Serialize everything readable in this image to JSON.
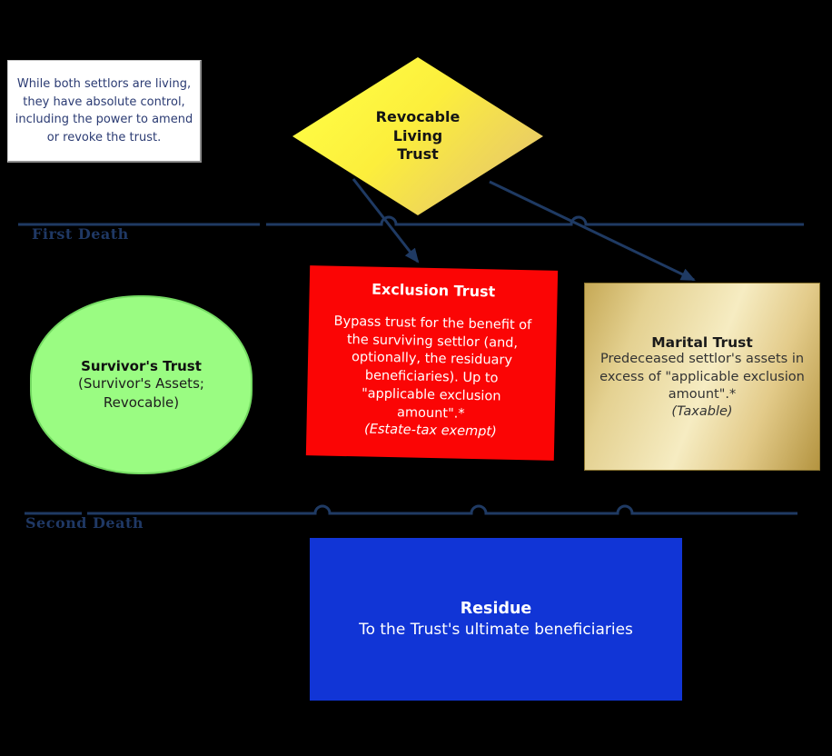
{
  "note": {
    "text": "While both settlors are living,\nthey have absolute control,\nincluding the power to amend\nor revoke the trust."
  },
  "diamond": {
    "label": "Revocable\nLiving\nTrust"
  },
  "timeline_first": {
    "label": "First Death"
  },
  "timeline_second": {
    "label": "Second Death"
  },
  "survivor": {
    "title": "Survivor's Trust",
    "body": "(Survivor's Assets;\nRevocable)"
  },
  "exclusion": {
    "title": "Exclusion Trust",
    "body": "Bypass trust for the benefit of\nthe surviving settlor (and,\noptionally, the residuary\nbeneficiaries).  Up to\n\"applicable exclusion\namount\".*",
    "foot": "(Estate-tax exempt)"
  },
  "marital": {
    "title": "Marital Trust",
    "body": "Predeceased settlor's assets in\nexcess of \"applicable exclusion\namount\".*",
    "foot": "(Taxable)"
  },
  "residue": {
    "title": "Residue",
    "body": "To the Trust's ultimate beneficiaries"
  },
  "colors": {
    "background": "#000000",
    "connector_navy": "#1f3a63",
    "label_navy": "#1f3864",
    "note_text": "#2b3b73",
    "diamond_yellow_left": "#ffff38",
    "diamond_gold_right": "#e5c46f",
    "survivor_green": "#9afc82",
    "exclusion_red": "#fb0505",
    "marital_gold": "#e9d597",
    "residue_blue": "#1135d6"
  }
}
